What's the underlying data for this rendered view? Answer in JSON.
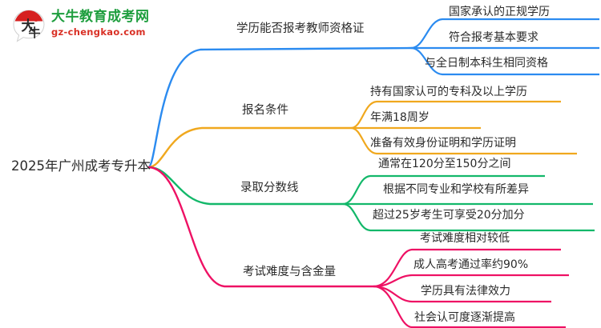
{
  "logo": {
    "mark_name": "da-niu-speech-bubble-logo",
    "title": "大牛教育成考网",
    "subtitle": "gz-chengkao.com",
    "mark_text": "大牛",
    "title_color": "#1e9e3e",
    "subtitle_color": "#d93025",
    "mark_color": "#d93025"
  },
  "mindmap": {
    "root": "2025年广州成考专升本",
    "branches": [
      {
        "label": "学历能否报考教师资格证",
        "color": "#2b8bf0",
        "leaves": [
          "国家承认的正规学历",
          "符合报考基本要求",
          "与全日制本科生相同资格"
        ]
      },
      {
        "label": "报名条件",
        "color": "#f0a81e",
        "leaves": [
          "持有国家认可的专科及以上学历",
          "年满18周岁",
          "准备有效身份证明和学历证明"
        ]
      },
      {
        "label": "录取分数线",
        "color": "#13b86a",
        "leaves": [
          "通常在120分至150分之间",
          "根据不同专业和学校有所差异",
          "超过25岁考生可享受20分加分"
        ]
      },
      {
        "label": "考试难度与含金量",
        "color": "#ee1164",
        "leaves": [
          "考试难度相对较低",
          "成人高考通过率约90%",
          "学历具有法律效力",
          "社会认可度逐渐提高"
        ]
      }
    ]
  }
}
